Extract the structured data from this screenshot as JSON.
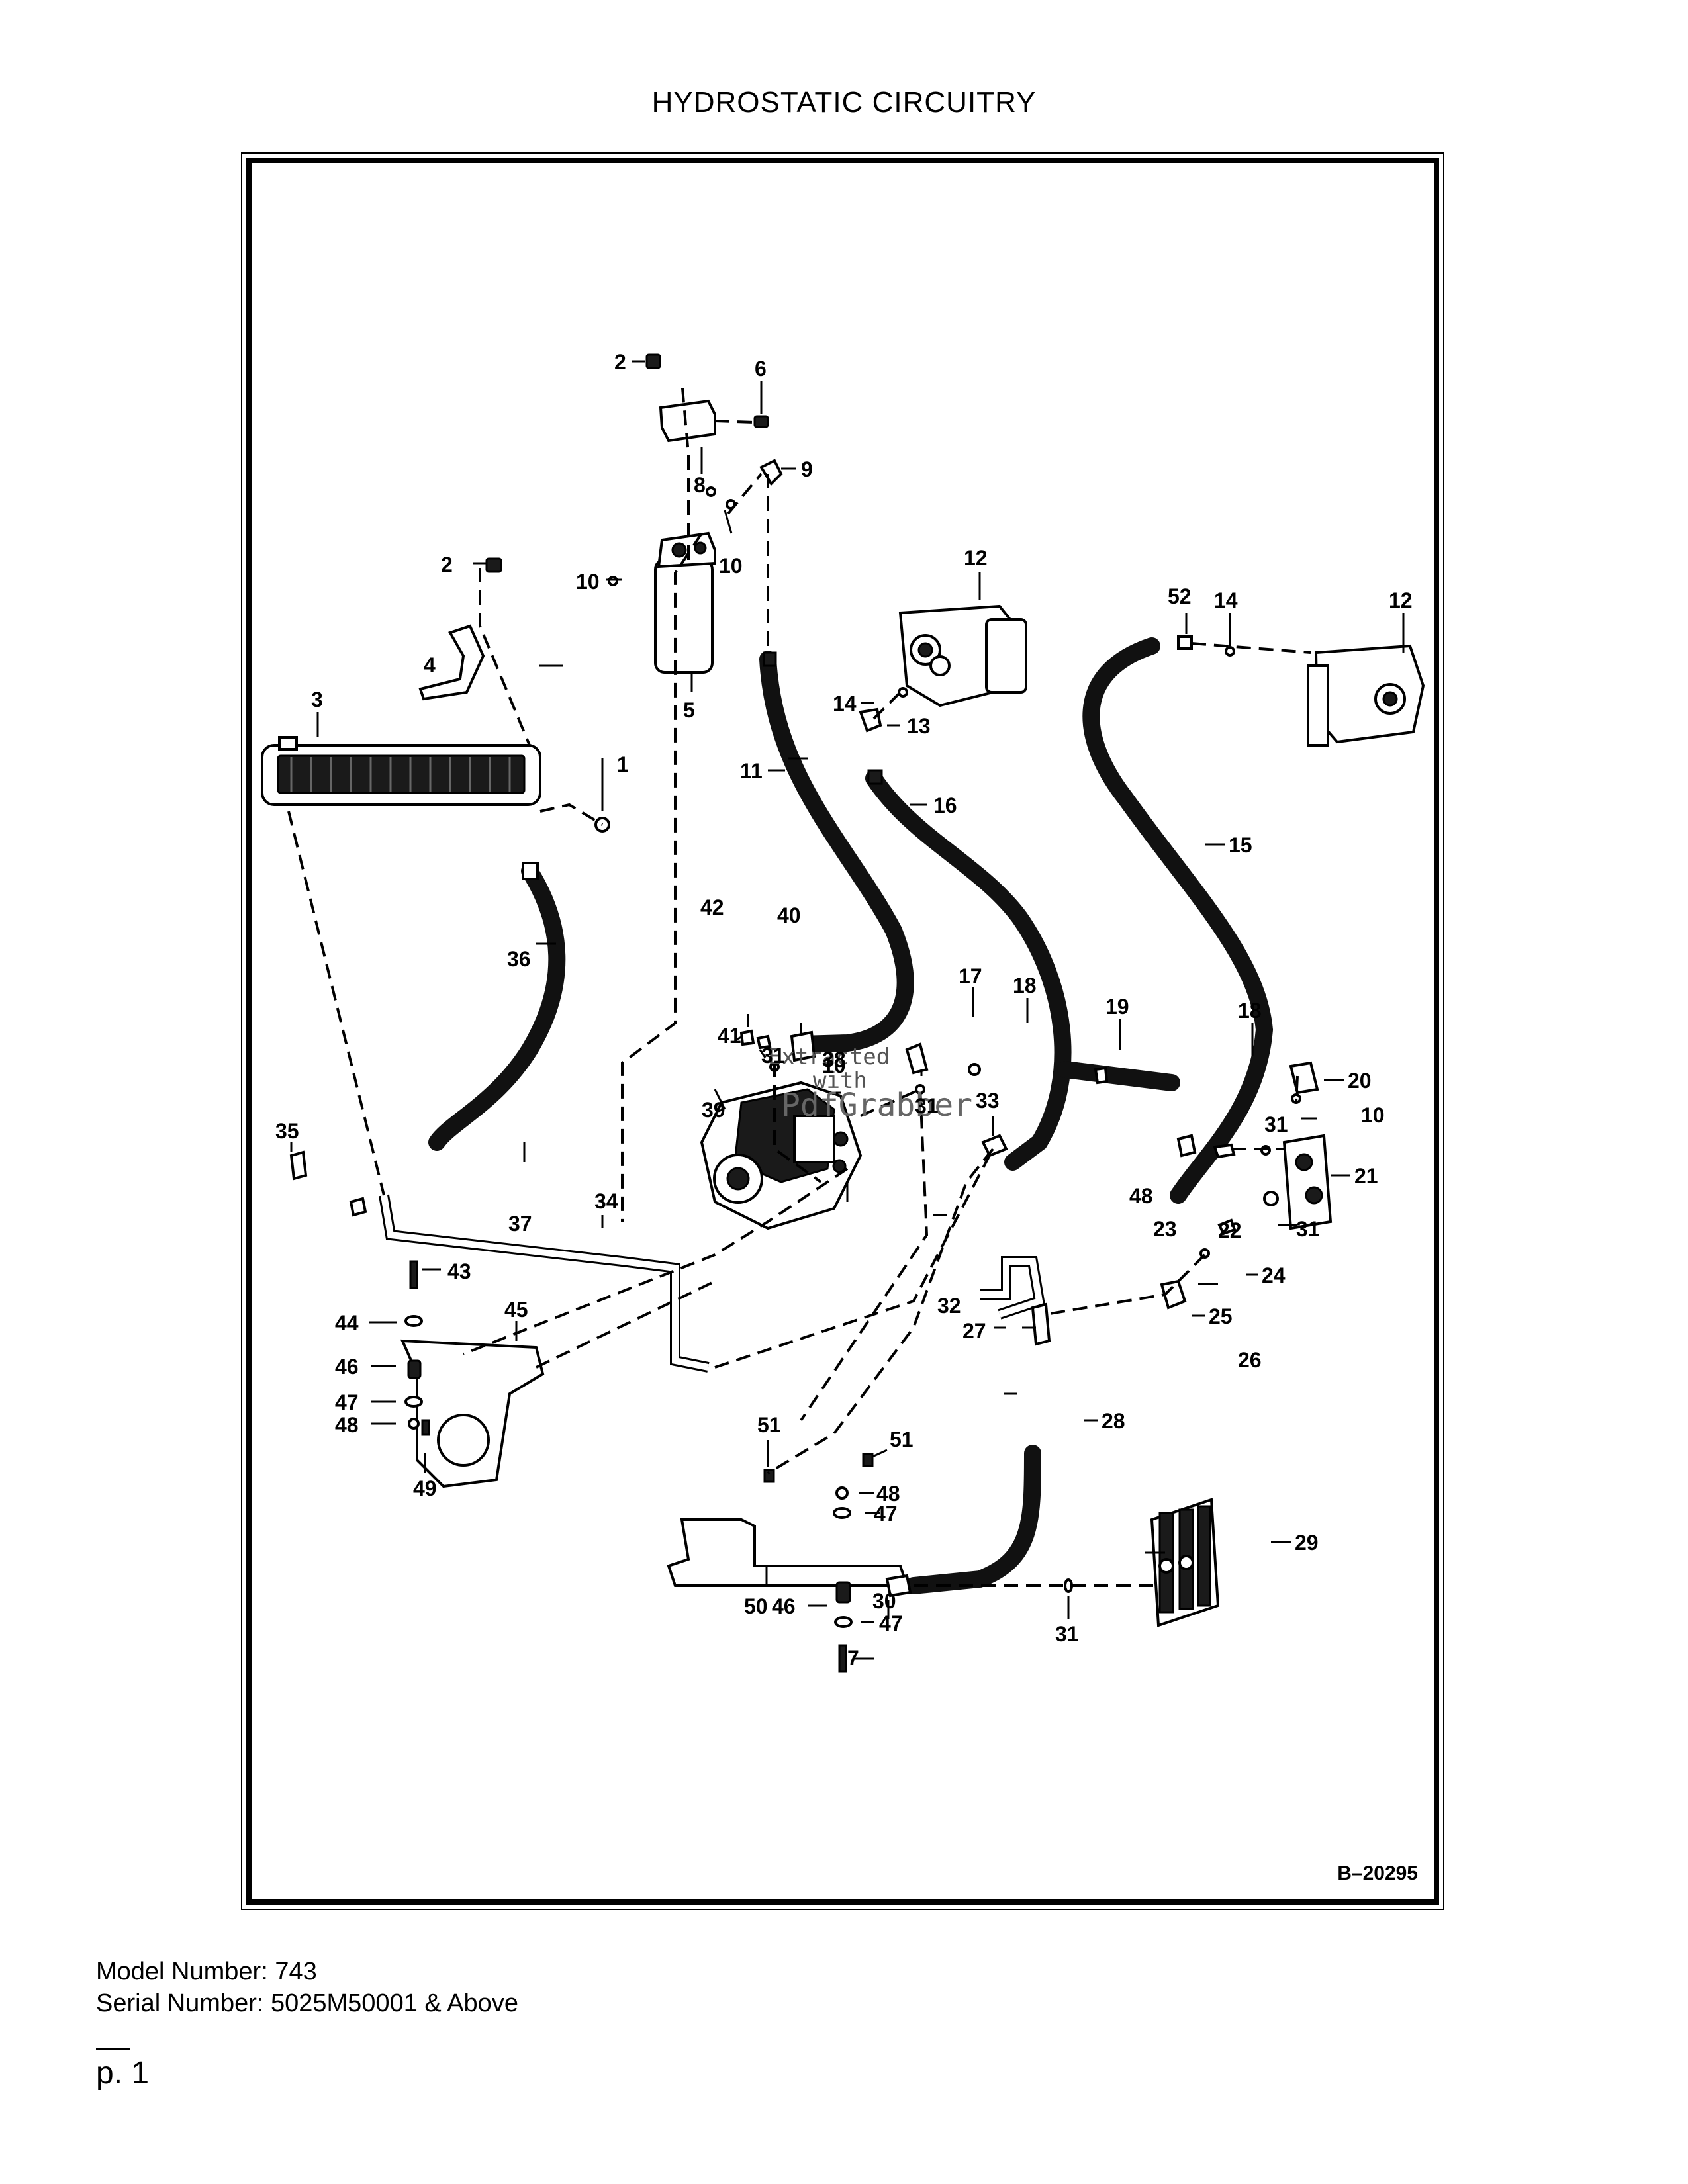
{
  "title": "HYDROSTATIC CIRCUITRY",
  "drawing_number": "B–20295",
  "watermark": {
    "line1": "Extracted",
    "line2": "with",
    "line3": "PdfGrabber"
  },
  "callouts": [
    "1",
    "2",
    "2",
    "3",
    "4",
    "5",
    "6",
    "7",
    "8",
    "9",
    "10",
    "10",
    "10",
    "10",
    "11",
    "12",
    "12",
    "13",
    "14",
    "14",
    "15",
    "16",
    "17",
    "18",
    "18",
    "19",
    "20",
    "21",
    "22",
    "23",
    "24",
    "25",
    "26",
    "27",
    "28",
    "29",
    "30",
    "31",
    "31",
    "31",
    "31",
    "31",
    "32",
    "33",
    "34",
    "35",
    "36",
    "37",
    "38",
    "39",
    "40",
    "41",
    "42",
    "43",
    "44",
    "45",
    "46",
    "46",
    "47",
    "47",
    "47",
    "48",
    "48",
    "48",
    "49",
    "50",
    "51",
    "51",
    "52"
  ],
  "footer": {
    "model": "Model Number: 743",
    "serial": "Serial Number: 5025M50001 & Above"
  },
  "page": "p. 1"
}
